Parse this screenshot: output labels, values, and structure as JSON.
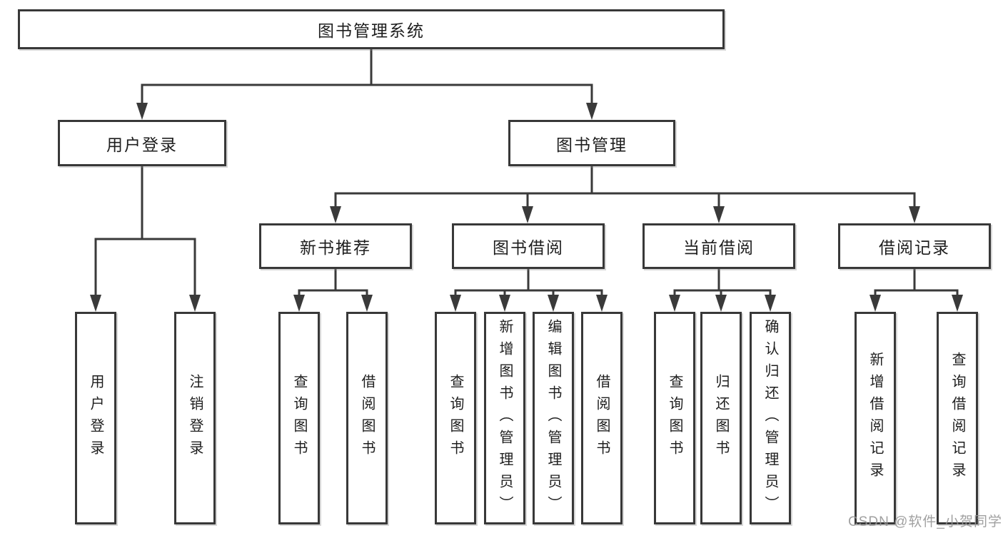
{
  "diagram_title": "图书管理系统",
  "tree": {
    "label": "图书管理系统",
    "children": [
      {
        "label": "用户登录",
        "children": [
          {
            "label": "用户登录"
          },
          {
            "label": "注销登录"
          }
        ]
      },
      {
        "label": "图书管理",
        "children": [
          {
            "label": "新书推荐",
            "children": [
              {
                "label": "查询图书"
              },
              {
                "label": "借阅图书"
              }
            ]
          },
          {
            "label": "图书借阅",
            "children": [
              {
                "label": "查询图书"
              },
              {
                "label": "新增图书（管理员）"
              },
              {
                "label": "编辑图书（管理员）"
              },
              {
                "label": "借阅图书"
              }
            ]
          },
          {
            "label": "当前借阅",
            "children": [
              {
                "label": "查询图书"
              },
              {
                "label": "归还图书"
              },
              {
                "label": "确认归还（管理员）"
              }
            ]
          },
          {
            "label": "借阅记录",
            "children": [
              {
                "label": "新增借阅记录"
              },
              {
                "label": "查询借阅记录"
              }
            ]
          }
        ]
      }
    ]
  },
  "watermark": {
    "text": "CSDN @软件_小贺同学"
  },
  "colors": {
    "line": "#3a3a3a",
    "border": "#383838",
    "text": "#1e1e1e",
    "background": "#ffffff",
    "watermark": "#969696"
  }
}
